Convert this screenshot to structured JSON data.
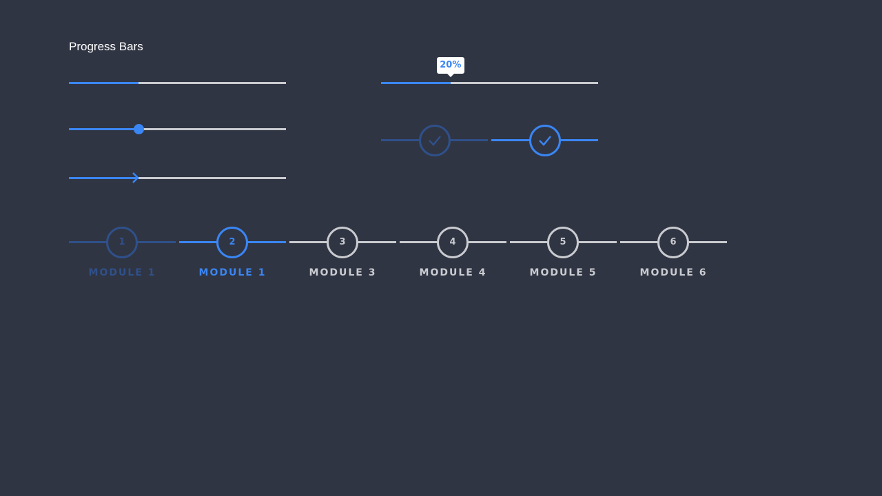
{
  "page": {
    "title": "Progress Bars"
  },
  "colors": {
    "background": "#303543",
    "accent": "#3a86f4",
    "accent_dim": "#2f508a",
    "track": "#c9cbd0",
    "tooltip_bg": "#ffffff"
  },
  "bars": [
    {
      "variant": "plain",
      "progress": 0.32
    },
    {
      "variant": "knob",
      "progress": 0.32
    },
    {
      "variant": "arrow",
      "progress": 0.32
    },
    {
      "variant": "tooltip",
      "progress": 0.32,
      "tooltip": "20%"
    }
  ],
  "check_steps": [
    {
      "state": "completed",
      "icon": "check-icon"
    },
    {
      "state": "active",
      "icon": "check-icon"
    }
  ],
  "steps": [
    {
      "number": "1",
      "label": "MODULE 1",
      "state": "completed"
    },
    {
      "number": "2",
      "label": "MODULE 1",
      "state": "active"
    },
    {
      "number": "3",
      "label": "MODULE 3",
      "state": "pending"
    },
    {
      "number": "4",
      "label": "MODULE 4",
      "state": "pending"
    },
    {
      "number": "5",
      "label": "MODULE 5",
      "state": "pending"
    },
    {
      "number": "6",
      "label": "MODULE 6",
      "state": "pending"
    }
  ]
}
